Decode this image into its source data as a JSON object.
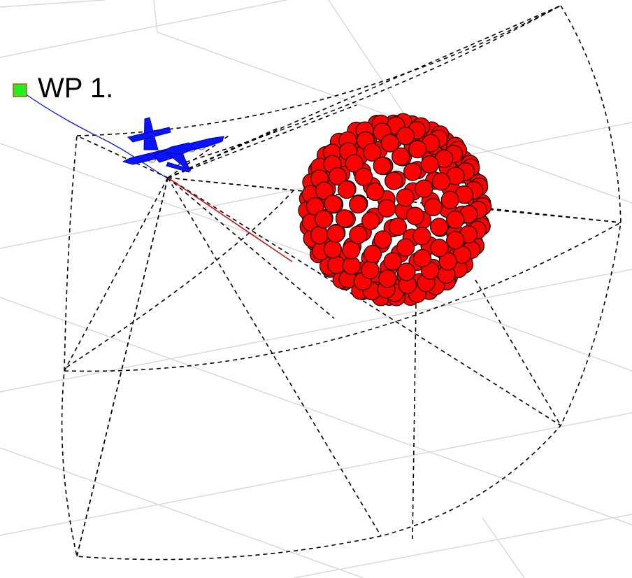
{
  "waypoint": {
    "label": "WP 1.",
    "marker_color": "#22ee22"
  },
  "colors": {
    "background": "#ffffff",
    "grid": "#d9d9d9",
    "aircraft": "#0a14ff",
    "flight_path": "#0a14ff",
    "sensor_beam": "#c81414",
    "target_points": "#ff0000",
    "sensor_volume": "#000000"
  },
  "icons": {
    "aircraft": "airplane-icon",
    "waypoint": "square-marker-icon"
  },
  "target": {
    "shape": "spherical point cloud",
    "point_count": 220
  },
  "sensor_volume": {
    "style": "dashed wireframe cone"
  }
}
